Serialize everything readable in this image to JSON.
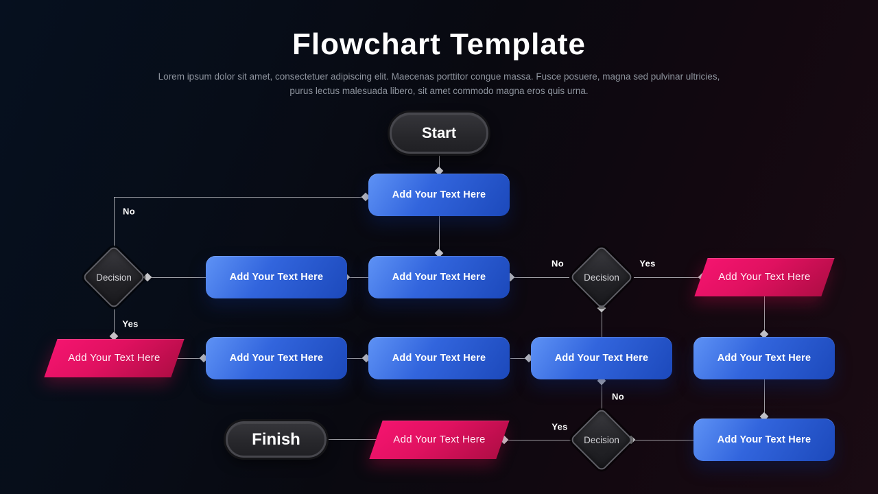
{
  "slide": {
    "title": "Flowchart Template",
    "subtitle": "Lorem ipsum dolor sit amet, consectetuer adipiscing elit. Maecenas porttitor congue massa. Fusce posuere, magna sed pulvinar ultricies, purus lectus malesuada libero, sit amet commodo magna eros quis urna."
  },
  "flowchart": {
    "start": {
      "label": "Start"
    },
    "finish": {
      "label": "Finish"
    },
    "decisions": [
      {
        "label": "Decision"
      },
      {
        "label": "Decision"
      },
      {
        "label": "Decision"
      }
    ],
    "process_boxes": [
      {
        "label": "Add Your Text Here"
      },
      {
        "label": "Add Your Text Here"
      },
      {
        "label": "Add Your Text Here"
      },
      {
        "label": "Add Your Text Here"
      },
      {
        "label": "Add Your Text Here"
      },
      {
        "label": "Add Your Text Here"
      },
      {
        "label": "Add Your Text Here"
      },
      {
        "label": "Add Your Text Here"
      }
    ],
    "io_shapes": [
      {
        "label": "Add Your Text Here"
      },
      {
        "label": "Add Your Text Here"
      },
      {
        "label": "Add Your Text Here"
      }
    ],
    "branch_labels": [
      {
        "text": "No"
      },
      {
        "text": "Yes"
      },
      {
        "text": "No"
      },
      {
        "text": "Yes"
      },
      {
        "text": "No"
      },
      {
        "text": "Yes"
      }
    ]
  },
  "colors": {
    "process_gradient_start": "#5e92f5",
    "process_gradient_end": "#1c49bb",
    "io_gradient_start": "#f4146f",
    "io_gradient_end": "#b00d45",
    "node_dark_fill": "#27272b",
    "connector": "#cfcfd4",
    "background_left": "#06101f",
    "background_right": "#1a0b13",
    "title_color": "#ffffff",
    "subtitle_color": "#8e949e"
  }
}
